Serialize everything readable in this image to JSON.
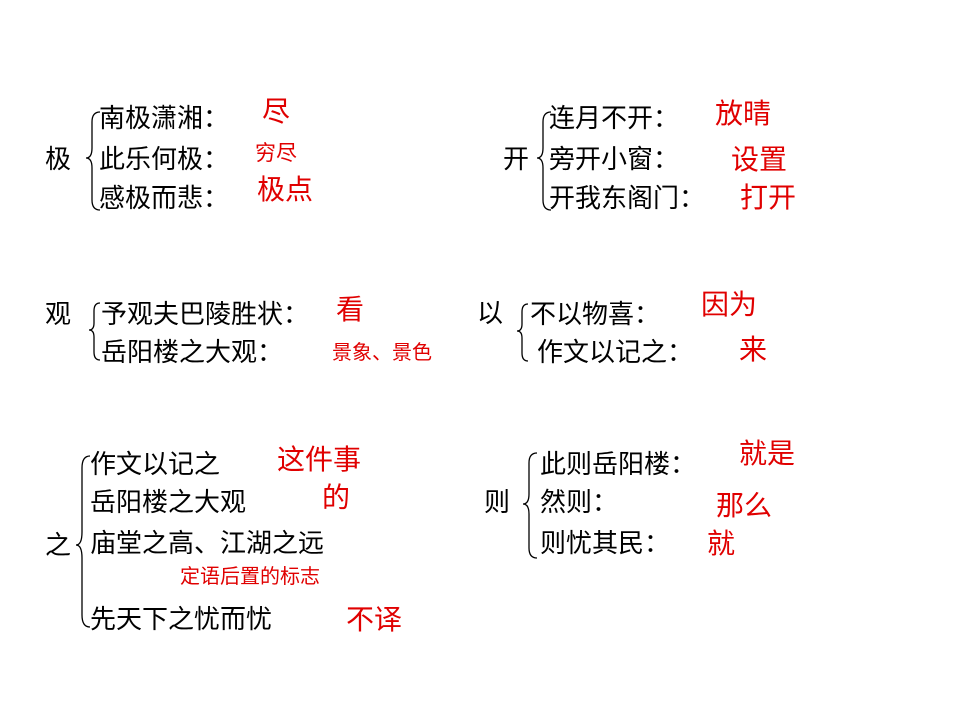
{
  "ji": {
    "head": "极",
    "items": [
      {
        "phrase": "南极潇湘：",
        "meaning": "尽"
      },
      {
        "phrase": "此乐何极：",
        "meaning": "穷尽"
      },
      {
        "phrase": "感极而悲：",
        "meaning": "极点"
      }
    ]
  },
  "kai": {
    "head": "开",
    "items": [
      {
        "phrase": "连月不开：",
        "meaning": "放晴"
      },
      {
        "phrase": "旁开小窗：",
        "meaning": "设置"
      },
      {
        "phrase": "开我东阁门：",
        "meaning": "打开"
      }
    ]
  },
  "guan": {
    "head": "观",
    "items": [
      {
        "phrase": "予观夫巴陵胜状：",
        "meaning": "看"
      },
      {
        "phrase": "岳阳楼之大观：",
        "meaning": "景象、景色"
      }
    ]
  },
  "yi": {
    "head": "以",
    "items": [
      {
        "phrase": "不以物喜：",
        "meaning": "因为"
      },
      {
        "phrase": "作文以记之：",
        "meaning": "来"
      }
    ]
  },
  "zhi": {
    "head": "之",
    "items": [
      {
        "phrase": "作文以记之",
        "meaning": "这件事"
      },
      {
        "phrase": "岳阳楼之大观",
        "meaning": "的"
      },
      {
        "phrase": "庙堂之高、江湖之远",
        "meaning": "定语后置的标志"
      },
      {
        "phrase": "先天下之忧而忧",
        "meaning": "不译"
      }
    ]
  },
  "ze": {
    "head": "则",
    "items": [
      {
        "phrase": "此则岳阳楼：",
        "meaning": "就是"
      },
      {
        "phrase": "然则：",
        "meaning": "那么"
      },
      {
        "phrase": "则忧其民：",
        "meaning": "就"
      }
    ]
  }
}
